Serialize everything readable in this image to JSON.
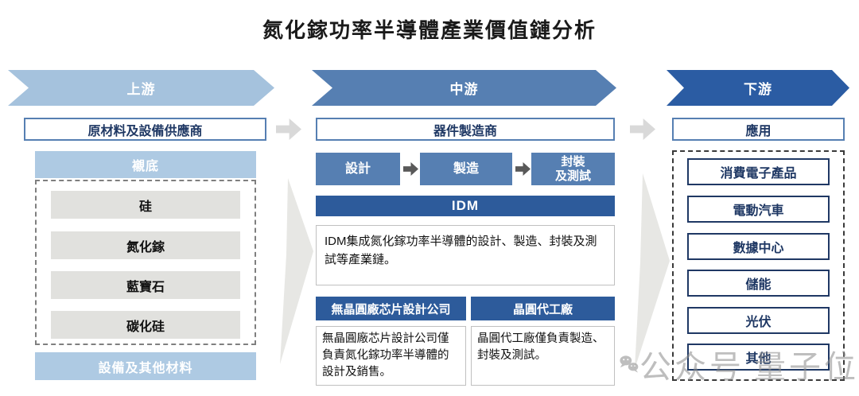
{
  "title": "氮化鎵功率半導體產業價值鏈分析",
  "upstream": {
    "banner": "上游",
    "supplier_label": "原材料及設備供應商",
    "substrate_header": "襯底",
    "materials": [
      "硅",
      "氮化鎵",
      "藍寶石",
      "碳化硅"
    ],
    "equipment_footer": "設備及其他材料"
  },
  "midstream": {
    "banner": "中游",
    "manufacturer_label": "器件製造商",
    "process_steps": [
      "設計",
      "製造",
      "封裝\n及測試"
    ],
    "idm_label": "IDM",
    "idm_description": "IDM集成氮化鎵功率半導體的設計、製造、封裝及測試等產業鏈。",
    "fabless": {
      "header": "無晶圓廠芯片設計公司",
      "description": "無晶圓廠芯片設計公司僅負責氮化鎵功率半導體的設計及銷售。"
    },
    "foundry": {
      "header": "晶圓代工廠",
      "description": "晶圓代工廠僅負責製造、封裝及測試。"
    }
  },
  "downstream": {
    "banner": "下游",
    "application_label": "應用",
    "applications": [
      "消費電子產品",
      "電動汽車",
      "數據中心",
      "儲能",
      "光伏",
      "其他"
    ]
  },
  "watermark": {
    "icon": "wechat-icon",
    "text_left": "公众号",
    "text_right": "量子位"
  },
  "colors": {
    "light_blue_banner": "#a5c2dd",
    "medium_blue": "#567fb2",
    "dark_blue": "#2d5b9b",
    "downstream_banner_blue": "#2b5ca3",
    "pale_blue_header": "#aecae3",
    "navy_text": "#1f3864",
    "gray_material_box": "#e1e1de",
    "flow_arrow_gray": "#d9d9d9",
    "process_arrow_dark": "#595959",
    "big_chevron_pale": "#e7e7e4",
    "watermark_gray": "#8a8a8a"
  }
}
